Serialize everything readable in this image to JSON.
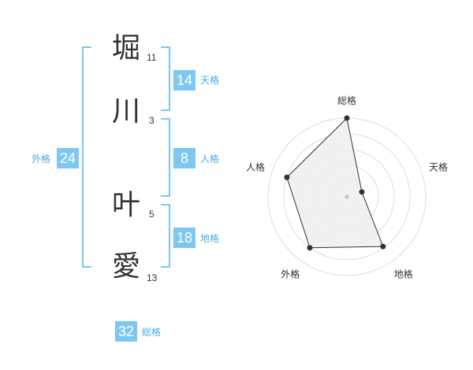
{
  "name": {
    "chars": [
      {
        "char": "堀",
        "strokes": "11"
      },
      {
        "char": "川",
        "strokes": "3"
      },
      {
        "char": "叶",
        "strokes": "5"
      },
      {
        "char": "愛",
        "strokes": "13"
      }
    ]
  },
  "kaku": {
    "tenkaku": {
      "value": "14",
      "label": "天格"
    },
    "jinkaku": {
      "value": "8",
      "label": "人格"
    },
    "chikaku": {
      "value": "18",
      "label": "地格"
    },
    "gaikaku": {
      "value": "24",
      "label": "外格"
    },
    "soukaku": {
      "value": "32",
      "label": "総格"
    }
  },
  "chart_data": {
    "type": "radar",
    "axes": [
      "総格",
      "天格",
      "地格",
      "外格",
      "人格"
    ],
    "values": [
      1.0,
      0.2,
      0.78,
      0.8,
      0.8
    ],
    "max": 1.0,
    "rings": 5,
    "colors": {
      "fill": "#f0f0f0",
      "line": "#333333",
      "ring": "#dddddd",
      "center": "#cccccc"
    }
  }
}
